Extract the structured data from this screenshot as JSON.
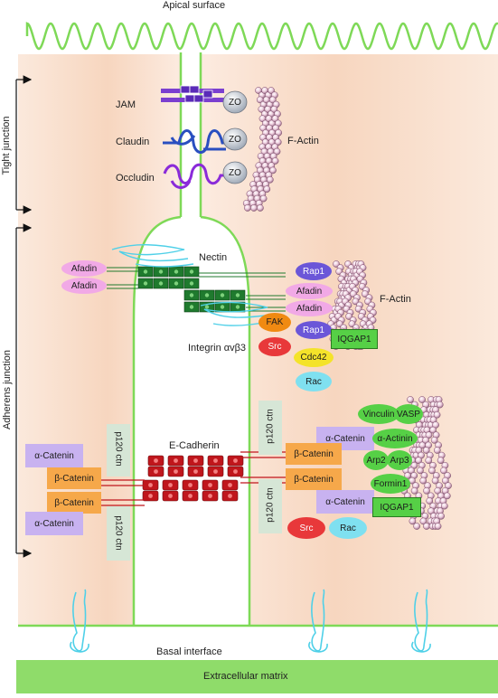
{
  "labels": {
    "apical": "Apical surface",
    "basal": "Basal interface",
    "ecm": "Extracellular matrix",
    "tight_junction": "Tight junction",
    "adherens_junction": "Adherens junction",
    "jam": "JAM",
    "claudin": "Claudin",
    "occludin": "Occludin",
    "zo": "ZO",
    "f_actin": "F-Actin",
    "nectin": "Nectin",
    "afadin": "Afadin",
    "rap1": "Rap1",
    "fak": "FAK",
    "src": "Src",
    "cdc42": "Cdc42",
    "rac": "Rac",
    "iqgap1": "IQGAP1",
    "integrin": "Integrin αvβ3",
    "e_cadherin": "E-Cadherin",
    "alpha_catenin": "α-Catenin",
    "beta_catenin": "β-Catenin",
    "p120": "p120 ctn",
    "vinculin": "Vinculin",
    "vasp": "VASP",
    "alpha_actinin": "α-Actinin",
    "arp2": "Arp2",
    "arp3": "Arp3",
    "formin1": "Formin1"
  },
  "colors": {
    "membrane": "#7ed957",
    "cytoplasm": "#f7d7c0",
    "ecm_band": "#8fdc6a",
    "jam": "#7b3fd0",
    "claudin": "#2a4fc0",
    "occludin": "#8a2bd9",
    "zo": "#b8c0cc",
    "nectin": "#1f7a2e",
    "afadin": "#f1a9e6",
    "rap1": "#6b56d8",
    "fak": "#f08a12",
    "src": "#e8383a",
    "cdc42": "#f4e32a",
    "rac": "#7fe0f0",
    "iqgap1": "#56d046",
    "cadherin": "#c0161c",
    "alpha_catenin": "#c8b2f0",
    "beta_catenin": "#f6a84a",
    "p120": "#d6e6d6",
    "actin_bead": "#e9c2d6",
    "integrin": "#4fd0e8"
  }
}
